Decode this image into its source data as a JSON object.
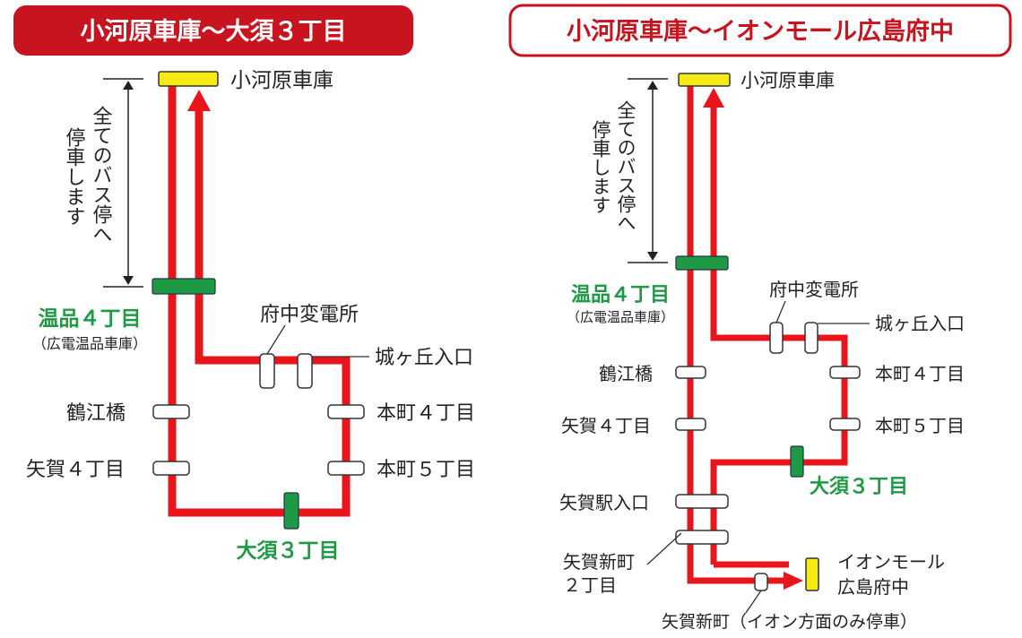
{
  "colors": {
    "route": "#e8151b",
    "header_fill": "#c8141e",
    "terminal": "#f5ea14",
    "major_stop": "#1e9a45",
    "green_text": "#1e9a45"
  },
  "left_route": {
    "title": "小河原車庫〜大須３丁目",
    "origin": "小河原車庫",
    "note_col1": "全てのバス停へ",
    "note_col2": "停車します",
    "green_stop": "温品４丁目",
    "green_stop_sub": "（広電温品車庫）",
    "stop_fuchu_hensho": "府中変電所",
    "stop_jogaoka": "城ヶ丘入口",
    "stop_tsurue": "鶴江橋",
    "stop_yaga4": "矢賀４丁目",
    "stop_honmachi4": "本町４丁目",
    "stop_honmachi5": "本町５丁目",
    "terminus": "大須３丁目"
  },
  "right_route": {
    "title": "小河原車庫〜イオンモール広島府中",
    "origin": "小河原車庫",
    "note_col1": "全てのバス停へ",
    "note_col2": "停車します",
    "green_stop": "温品４丁目",
    "green_stop_sub": "（広電温品車庫）",
    "stop_fuchu_hensho": "府中変電所",
    "stop_jogaoka": "城ヶ丘入口",
    "stop_tsurue": "鶴江橋",
    "stop_yaga4": "矢賀４丁目",
    "stop_honmachi4": "本町４丁目",
    "stop_honmachi5": "本町５丁目",
    "stop_osu3": "大須３丁目",
    "stop_yaga_eki": "矢賀駅入口",
    "stop_yaga_shinmachi2_line1": "矢賀新町",
    "stop_yaga_shinmachi2_line2": "２丁目",
    "stop_yaga_shinmachi": "矢賀新町（イオン方面のみ停車）",
    "terminus_line1": "イオンモール",
    "terminus_line2": "広島府中"
  }
}
